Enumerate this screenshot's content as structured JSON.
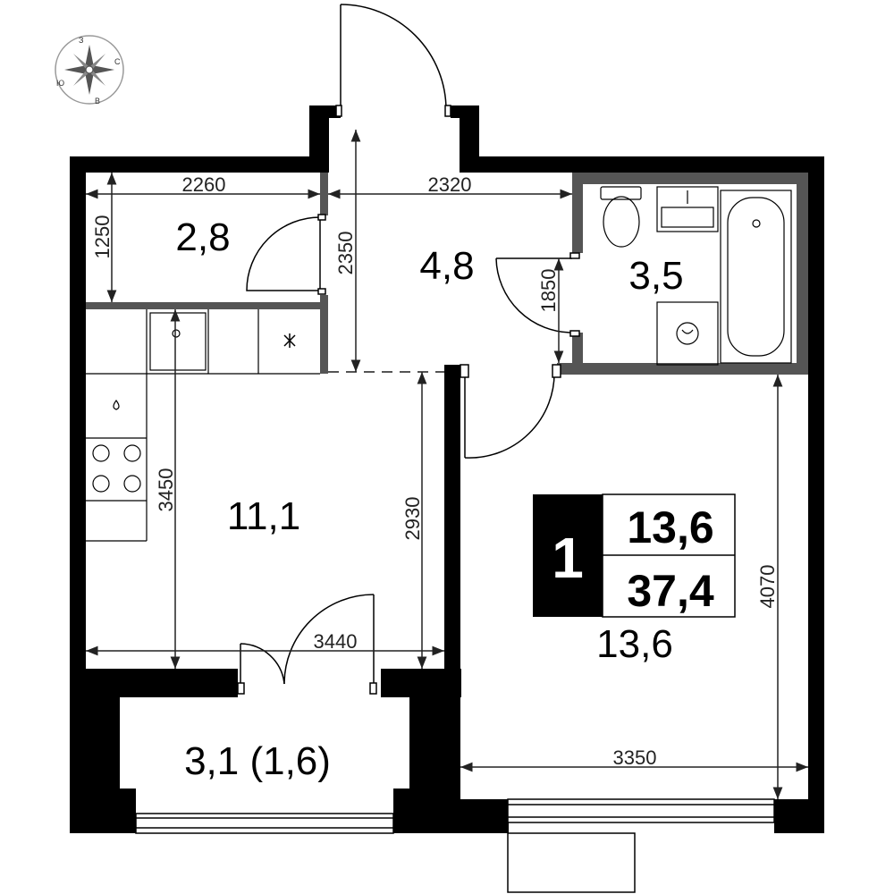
{
  "compass": {
    "letters": {
      "n": "З",
      "e": "С",
      "s": "В",
      "w": "Ю"
    }
  },
  "rooms": {
    "storage": "2,8",
    "hall": "4,8",
    "bathroom": "3,5",
    "kitchen": "11,1",
    "living": "13,6",
    "balcony": "3,1 (1,6)"
  },
  "dimensions": {
    "storage_width": "2260",
    "storage_height": "1250",
    "hall_height": "2350",
    "hall_width": "2320",
    "bathroom_door": "1850",
    "kitchen_depth": "3450",
    "kitchen_depth2": "2930",
    "kitchen_width": "3440",
    "living_height": "4070",
    "living_width": "3350"
  },
  "summary": {
    "rooms_count": "1",
    "living_area": "13,6",
    "total_area": "37,4"
  },
  "colors": {
    "wall": "#000000",
    "bathroom_wall": "#555555",
    "dashed": "#555555"
  }
}
